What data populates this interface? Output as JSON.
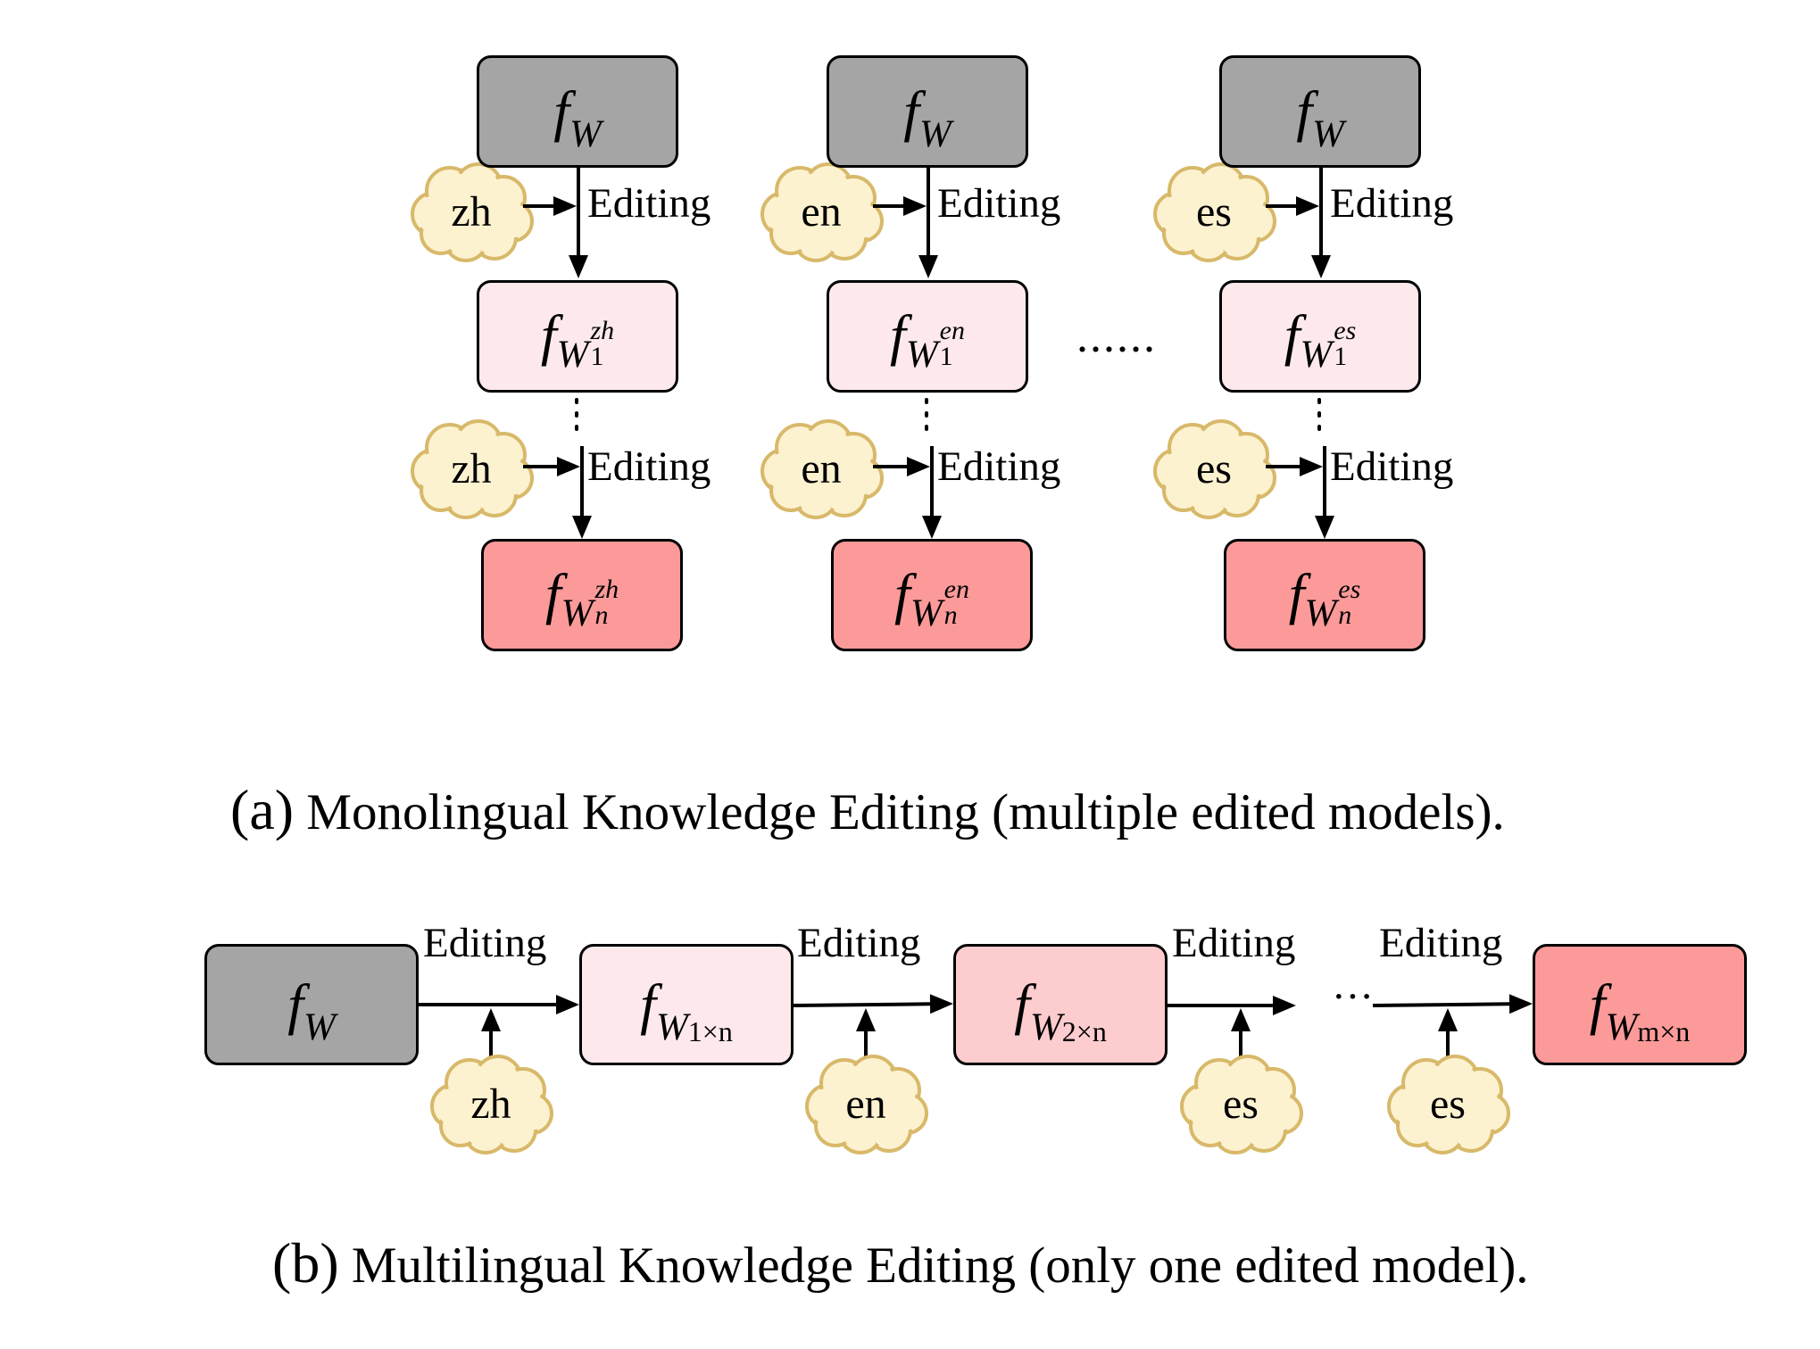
{
  "colors": {
    "base_model": "#a5a5a5",
    "edited_light": "#fde9ec",
    "edited_mid": "#fccccf",
    "edited_dark": "#fc9a9a",
    "cloud_fill": "#fdf2d0",
    "cloud_stroke": "#d8b96a"
  },
  "panel_a": {
    "edit_label": "Editing",
    "separator": "......",
    "caption_tag": "(a)",
    "caption_text": "Monolingual Knowledge Editing (multiple edited models).",
    "columns": [
      {
        "lang": "zh",
        "base": {
          "f": "f",
          "sub": "W"
        },
        "first": {
          "f": "f",
          "sub": "W",
          "sup": "zh",
          "idx": "1"
        },
        "last": {
          "f": "f",
          "sub": "W",
          "sup": "zh",
          "idx": "n"
        }
      },
      {
        "lang": "en",
        "base": {
          "f": "f",
          "sub": "W"
        },
        "first": {
          "f": "f",
          "sub": "W",
          "sup": "en",
          "idx": "1"
        },
        "last": {
          "f": "f",
          "sub": "W",
          "sup": "en",
          "idx": "n"
        }
      },
      {
        "lang": "es",
        "base": {
          "f": "f",
          "sub": "W"
        },
        "first": {
          "f": "f",
          "sub": "W",
          "sup": "es",
          "idx": "1"
        },
        "last": {
          "f": "f",
          "sub": "W",
          "sup": "es",
          "idx": "n"
        }
      }
    ]
  },
  "panel_b": {
    "edit_label": "Editing",
    "ellipsis": "···",
    "caption_tag": "(b)",
    "caption_text": "Multilingual Knowledge Editing (only one edited model).",
    "models": [
      {
        "f": "f",
        "sub": "W",
        "idx": ""
      },
      {
        "f": "f",
        "sub": "W",
        "idx": "1×n"
      },
      {
        "f": "f",
        "sub": "W",
        "idx": "2×n"
      },
      {
        "f": "f",
        "sub": "W",
        "idx": "m×n"
      }
    ],
    "langs": [
      "zh",
      "en",
      "es",
      "es"
    ]
  }
}
